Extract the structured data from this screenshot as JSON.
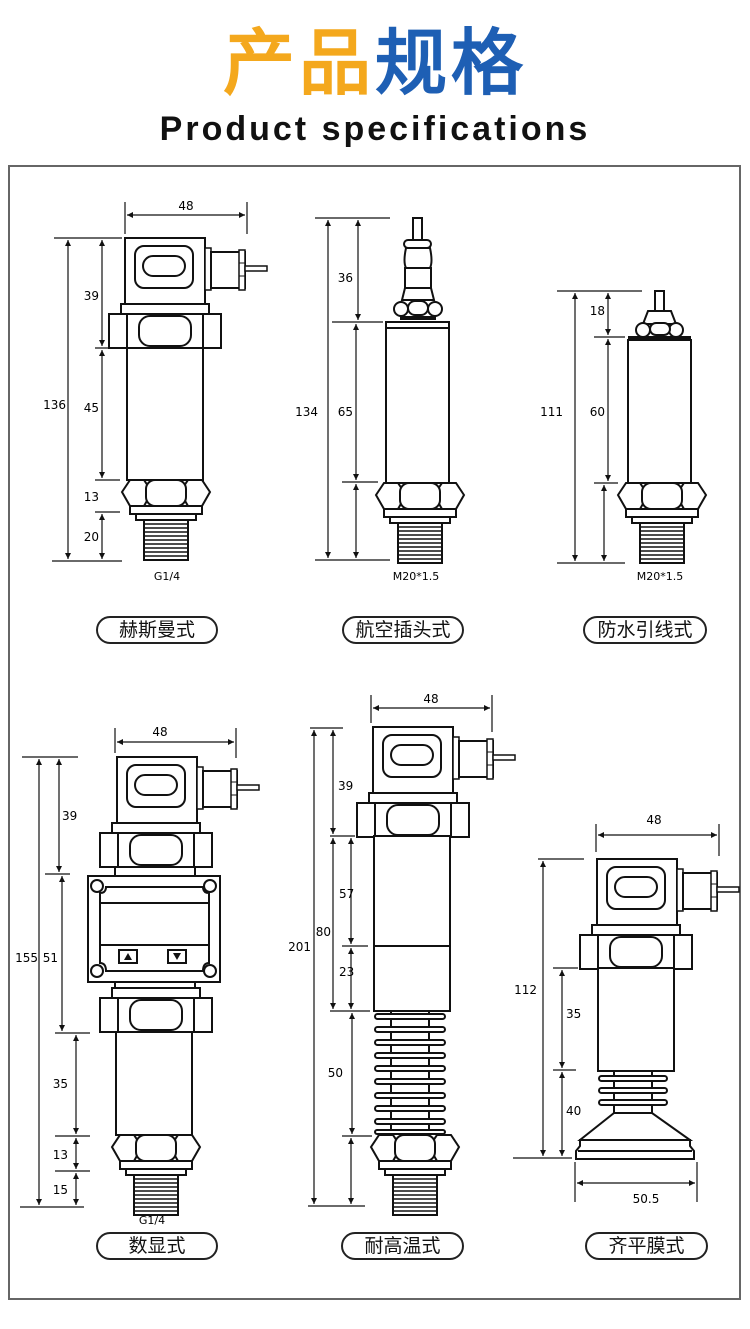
{
  "header": {
    "title_cn_part1": "产品",
    "title_cn_part2": "规格",
    "title_en": "Product specifications"
  },
  "colors": {
    "title_orange": "#f4a81d",
    "title_blue": "#1e5fb4",
    "line": "#111111",
    "frame": "#666666"
  },
  "products": [
    {
      "name": "赫斯曼式",
      "thread": "G1/4",
      "dims": {
        "width": "48",
        "total": "136",
        "head": "39",
        "body": "45",
        "hex": "13",
        "thread": "20"
      }
    },
    {
      "name": "航空插头式",
      "thread": "M20*1.5",
      "dims": {
        "total": "134",
        "head": "36",
        "body": "65"
      }
    },
    {
      "name": "防水引线式",
      "thread": "M20*1.5",
      "dims": {
        "total": "111",
        "head": "18",
        "body": "60"
      }
    },
    {
      "name": "数显式",
      "thread": "G1/4",
      "dims": {
        "width": "48",
        "total": "155",
        "head": "39",
        "display": "51",
        "body": "35",
        "hex": "13",
        "thread": "15"
      }
    },
    {
      "name": "耐高温式",
      "dims": {
        "width": "48",
        "total": "201",
        "head": "39",
        "body_total": "80",
        "body_upper": "57",
        "body_lower": "23",
        "fins": "50"
      }
    },
    {
      "name": "齐平膜式",
      "dims": {
        "width": "48",
        "total": "112",
        "body": "35",
        "fins": "40",
        "diaphragm": "50.5"
      }
    }
  ]
}
